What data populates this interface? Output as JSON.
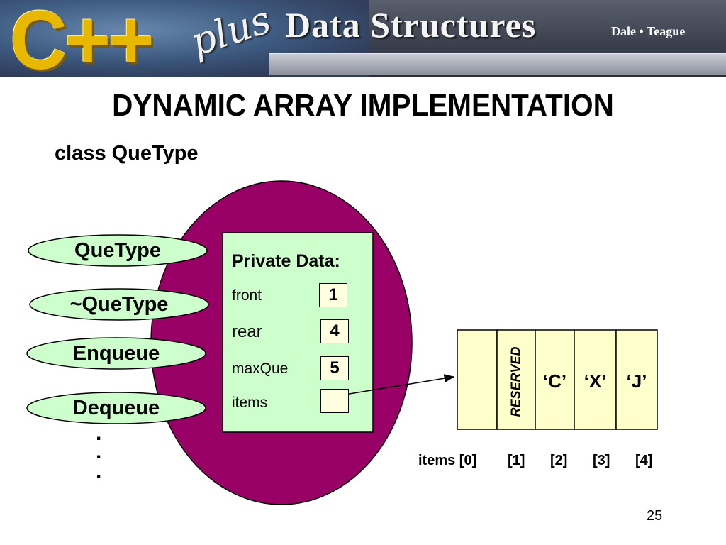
{
  "banner": {
    "cpp_text": "C++",
    "plus_text": "plus",
    "title": "Data Structures",
    "authors": "Dale • Teague"
  },
  "slide": {
    "heading": "DYNAMIC ARRAY IMPLEMENTATION",
    "class_label": "class QueType",
    "page_number": "25"
  },
  "methods": [
    "QueType",
    "~QueType",
    "Enqueue",
    "Dequeue"
  ],
  "private_data": {
    "title": "Private Data:",
    "fields": [
      {
        "name": "front",
        "value": "1"
      },
      {
        "name": "rear",
        "value": "4"
      },
      {
        "name": "maxQue",
        "value": "5"
      },
      {
        "name": "items",
        "value": ""
      }
    ]
  },
  "array": {
    "reserved_label": "RESERVED",
    "cells": [
      "",
      "",
      "‘C’",
      "‘X’",
      "‘J’"
    ],
    "indices": [
      "items [0]",
      "[1]",
      "[2]",
      "[3]",
      "[4]"
    ]
  },
  "continuation": [
    ".",
    ".",
    "."
  ],
  "colors": {
    "object_fill": "#990066",
    "method_fill": "#ccffcc",
    "private_fill": "#ccffcc",
    "cell_fill": "#ffffcc"
  }
}
